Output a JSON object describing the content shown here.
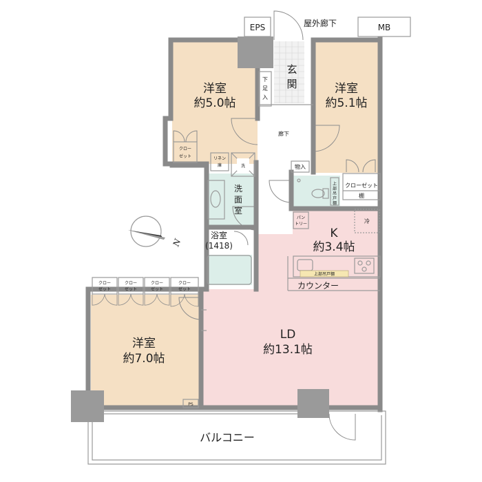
{
  "labels": {
    "eps": "EPS",
    "exterior_corridor": "屋外廊下",
    "mb": "MB",
    "entrance": "玄関",
    "shoe_closet": "下足入",
    "corridor": "廊下",
    "storage": "物入",
    "bedroom_north": {
      "name": "洋室",
      "size": "約5.0帖"
    },
    "bedroom_east": {
      "name": "洋室",
      "size": "約5.1帖"
    },
    "bedroom_west": {
      "name": "洋室",
      "size": "約7.0帖"
    },
    "closet_north": [
      "クロー",
      "ゼット"
    ],
    "closet_east": "クローゼット",
    "shelf": "棚",
    "linen": [
      "リネン",
      "庫"
    ],
    "washer": "洗",
    "washroom": [
      "洗",
      "面",
      "室"
    ],
    "bathroom": {
      "name": "浴室",
      "size": "(1418)"
    },
    "toilet_cabinet": "上部吊戸棚",
    "pantry": [
      "パン",
      "トリー"
    ],
    "fridge": "冷",
    "kitchen": {
      "name": "K",
      "size": "約3.4帖"
    },
    "kitchen_cabinet": "上部吊戸棚",
    "counter": "カウンター",
    "ld": {
      "name": "LD",
      "size": "約13.1帖"
    },
    "west_closets": [
      [
        "クロー",
        "ゼット"
      ],
      [
        "クロー",
        "ゼット"
      ],
      [
        "クロー",
        "ゼット"
      ],
      [
        "クロー",
        "ゼット"
      ]
    ],
    "ps": "PS",
    "balcony": "バルコニー",
    "north": "N"
  },
  "colors": {
    "bedroom_fill": "#f5e0c4",
    "ld_fill": "#f8dcdc",
    "wet_fill": "#dceee9",
    "wall": "#8a8a8a",
    "pillar": "#9a9a9a",
    "outline": "#9a9a9a",
    "entrance_tile": "#f2f2f2"
  }
}
